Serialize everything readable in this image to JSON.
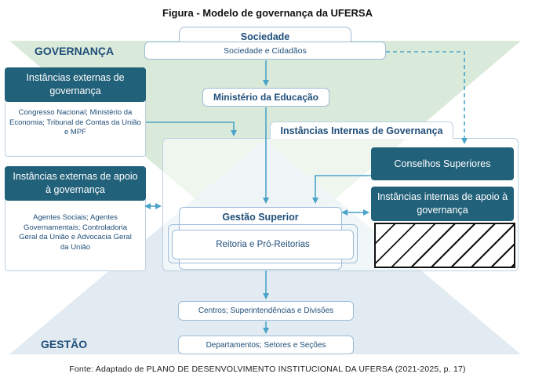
{
  "title": "Figura - Modelo de governança da UFERSA",
  "source": "Fonte: Adaptado de PLANO DE DESENVOLVIMENTO INSTITUCIONAL DA UFERSA (2021-2025, p. 17)",
  "labels": {
    "governanca": "GOVERNANÇA",
    "gestao": "GESTÃO"
  },
  "sociedade": {
    "title": "Sociedade",
    "subtitle": "Sociedade e Cidadãos"
  },
  "ministerio": "Ministério da Educação",
  "externas_governanca": {
    "header": "Instâncias externas de governança",
    "body": "Congresso Nacional; Ministério da Economia; Tribunal de Contas da União e MPF"
  },
  "externas_apoio": {
    "header": "Instâncias externas de apoio à governança",
    "body": "Agentes Sociais; Agentes Governamentais; Controladoria Geral da União e Advocacia Geral da União"
  },
  "internas_governanca": "Instâncias Internas de Governança",
  "conselhos": "Conselhos Superiores",
  "internas_apoio": "Instâncias internas de apoio à governança",
  "gestao_superior": {
    "title": "Gestão Superior",
    "inner": "Reitoria e Pró-Reitorias"
  },
  "centros": "Centros; Superintendências e Divisões",
  "departamentos": "Departamentos; Setores e Seções",
  "colors": {
    "dark_teal": "#22617a",
    "navy_text": "#1f4e79",
    "arrow": "#4aa3c8",
    "triangle": "#cfe3cf"
  }
}
